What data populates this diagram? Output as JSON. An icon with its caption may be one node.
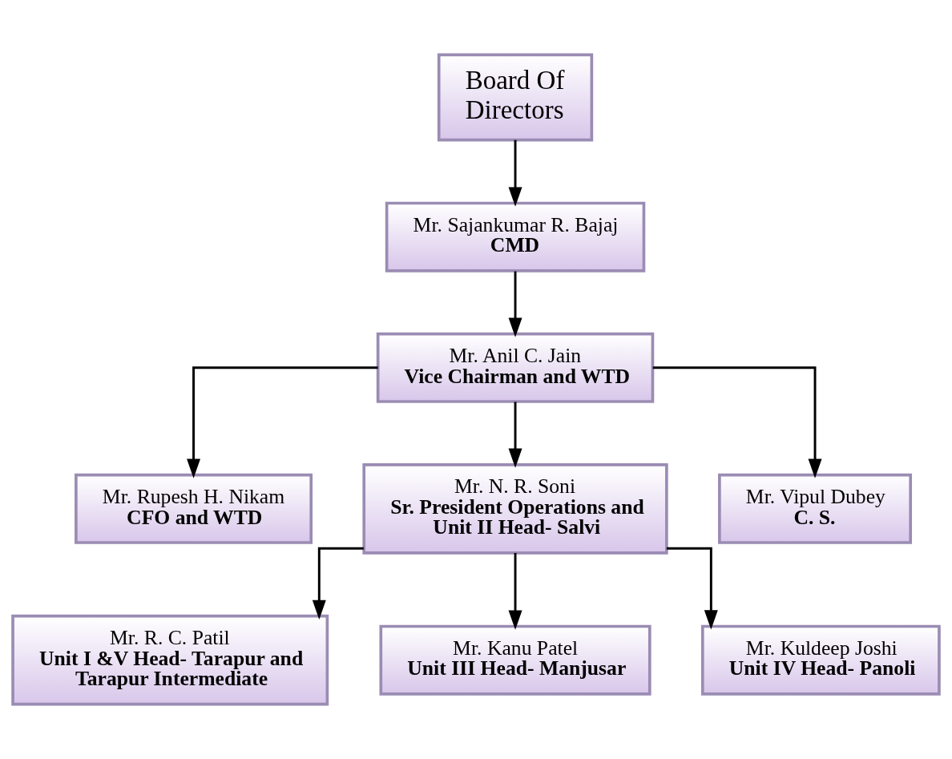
{
  "diagram": {
    "nodes": [
      {
        "text": [
          "Board Of Directors"
        ]
      },
      {
        "text": [
          "Mr. Sajankumar R. Bajaj",
          "CMD"
        ]
      },
      {
        "text": [
          "Mr. Anil C. Jain",
          "Vice Chairman and WTD"
        ]
      },
      {
        "text": [
          "Mr. Rupesh H. Nikam",
          "CFO and WTD"
        ]
      },
      {
        "text": [
          "Mr. N. R. Soni",
          "Sr. President Operations and Unit II Head- Salvi"
        ]
      },
      {
        "text": [
          "Mr. Vipul Dubey",
          "C. S."
        ]
      },
      {
        "text": [
          "Mr. R. C. Patil",
          "Unit I &V Head- Tarapur and Tarapur Intermediate"
        ]
      },
      {
        "text": [
          "Mr. Kanu Patel",
          "Unit III Head- Manjusar"
        ]
      },
      {
        "text": [
          "Mr. Kuldeep Joshi",
          "Unit IV Head- Panoli"
        ]
      }
    ],
    "edges": [
      {
        "from": 0,
        "to": 1,
        "arrow": "to"
      },
      {
        "from": 1,
        "to": 2,
        "arrow": "to"
      },
      {
        "from": 2,
        "to": 3,
        "arrow": "to"
      },
      {
        "from": 2,
        "to": 4,
        "arrow": "to"
      },
      {
        "from": 2,
        "to": 5,
        "arrow": "to"
      },
      {
        "from": 4,
        "to": 6,
        "arrow": "to"
      },
      {
        "from": 4,
        "to": 7,
        "arrow": "to"
      },
      {
        "from": 4,
        "to": 8,
        "arrow": "to"
      }
    ]
  }
}
